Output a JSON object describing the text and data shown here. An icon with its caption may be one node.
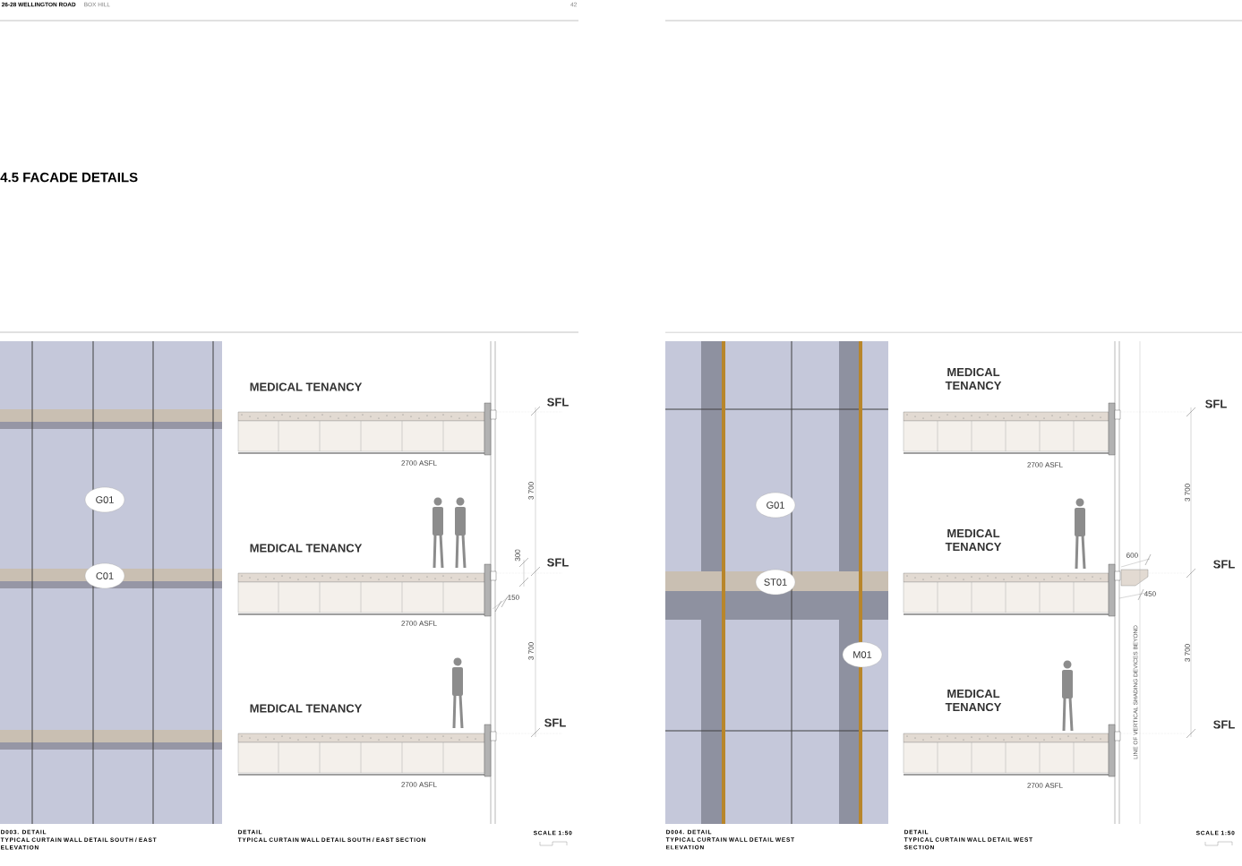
{
  "diagram": {
    "title": "4.5 FACADE DETAILS",
    "nodes": [
      {
        "text": [
          "G01"
        ]
      },
      {
        "text": [
          "C01"
        ]
      },
      {
        "text": [
          "G01"
        ]
      },
      {
        "text": [
          "ST01"
        ]
      },
      {
        "text": [
          "M01"
        ]
      }
    ],
    "labels": [
      "26-28 WELLINGTON ROAD",
      "BOX HILL",
      "42",
      "MEDICAL TENANCY",
      "SFL",
      "2700 ASFL",
      "3 700",
      "MEDICAL TENANCY",
      "300",
      "SFL",
      "150",
      "2700 ASFL",
      "3 700",
      "MEDICAL TENANCY",
      "SFL",
      "2700 ASFL",
      "MEDICAL TENANCY",
      "SFL",
      "2700 ASFL",
      "3 700",
      "MEDICAL TENANCY",
      "600",
      "SFL",
      "450",
      "3 700",
      "LINE OF VERTICAL SHADING DEVICES BEYOND",
      "MEDICAL TENANCY",
      "SFL",
      "2700 ASFL",
      "D003. DETAIL",
      "TYPICAL CURTAIN WALL DETAIL SOUTH / EAST ELEVATION",
      "DETAIL",
      "TYPICAL CURTAIN WALL DETAIL SOUTH / EAST SECTION",
      "SCALE 1:50",
      "D004. DETAIL",
      "TYPICAL CURTAIN WALL DETAIL WEST ELEVATION",
      "DETAIL",
      "TYPICAL CURTAIN WALL DETAIL WEST SECTION",
      "SCALE 1:50"
    ]
  }
}
